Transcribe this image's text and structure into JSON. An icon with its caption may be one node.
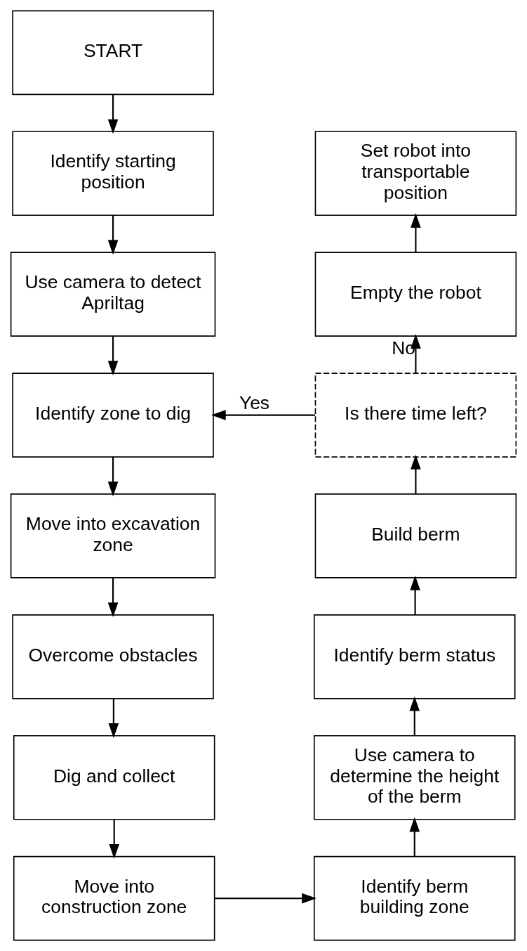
{
  "diagram": {
    "nodes": [
      {
        "text": [
          "START"
        ]
      },
      {
        "text": [
          "Identify starting position"
        ]
      },
      {
        "text": [
          "Use camera to detect Apriltag"
        ]
      },
      {
        "text": [
          "Identify zone to dig"
        ]
      },
      {
        "text": [
          "Move into excavation zone"
        ]
      },
      {
        "text": [
          "Overcome obstacles"
        ]
      },
      {
        "text": [
          "Dig and collect"
        ]
      },
      {
        "text": [
          "Move into construction zone"
        ]
      },
      {
        "text": [
          "Identify berm building zone"
        ]
      },
      {
        "text": [
          "Use camera to determine the height of the berm"
        ]
      },
      {
        "text": [
          "Identify berm status"
        ]
      },
      {
        "text": [
          "Build berm"
        ]
      },
      {
        "text": [
          "Is there time left?"
        ]
      },
      {
        "text": [
          "Empty the robot"
        ]
      },
      {
        "text": [
          "Set robot into transportable position"
        ]
      }
    ],
    "edges": [
      {
        "from": 0,
        "to": 1,
        "arrow": "to"
      },
      {
        "from": 1,
        "to": 2,
        "arrow": "to"
      },
      {
        "from": 2,
        "to": 3,
        "arrow": "to"
      },
      {
        "from": 3,
        "to": 4,
        "arrow": "to"
      },
      {
        "from": 4,
        "to": 5,
        "arrow": "to"
      },
      {
        "from": 5,
        "to": 6,
        "arrow": "to"
      },
      {
        "from": 6,
        "to": 7,
        "arrow": "to"
      },
      {
        "from": 7,
        "to": 8,
        "arrow": "to"
      },
      {
        "from": 8,
        "to": 9,
        "arrow": "to"
      },
      {
        "from": 9,
        "to": 10,
        "arrow": "to"
      },
      {
        "from": 10,
        "to": 11,
        "arrow": "to"
      },
      {
        "from": 11,
        "to": 12,
        "arrow": "to"
      },
      {
        "from": 12,
        "to": 3,
        "arrow": "to",
        "label": "Yes"
      },
      {
        "from": 12,
        "to": 13,
        "arrow": "to",
        "label": "No"
      },
      {
        "from": 13,
        "to": 14,
        "arrow": "to"
      }
    ]
  }
}
